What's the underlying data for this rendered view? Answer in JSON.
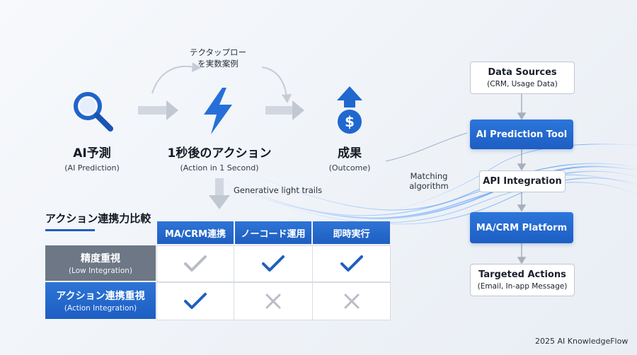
{
  "flow": {
    "curve_label_line1": "テクタップロー",
    "curve_label_line2": "を実数案例",
    "steps": [
      {
        "title": "AI予測",
        "subtitle": "(AI Prediction)",
        "icon": "magnifier-icon"
      },
      {
        "title": "1秒後のアクション",
        "subtitle": "(Action in 1 Second)",
        "icon": "lightning-icon"
      },
      {
        "title": "成果",
        "subtitle": "(Outcome)",
        "icon": "dollar-up-icon"
      }
    ],
    "light_trails_label": "Generative light trails",
    "matching_label_line1": "Matching",
    "matching_label_line2": "algorithm"
  },
  "table": {
    "title": "アクション連携力比較",
    "columns": [
      "MA/CRM連携",
      "ノーコード運用",
      "即時実行"
    ],
    "rows": [
      {
        "label": "精度重視",
        "sublabel": "(Low Integration)",
        "cells": [
          "check-gray",
          "check-blue",
          "check-blue"
        ]
      },
      {
        "label": "アクション連携重視",
        "sublabel": "(Action Integration)",
        "cells": [
          "check-blue",
          "cross-gray",
          "cross-gray"
        ]
      }
    ]
  },
  "pipeline": {
    "boxes": [
      {
        "title": "Data Sources",
        "subtitle": "(CRM, Usage Data)",
        "style": "light"
      },
      {
        "title": "AI Prediction Tool",
        "subtitle": "",
        "style": "blue"
      },
      {
        "title": "API Integration",
        "subtitle": "",
        "style": "light"
      },
      {
        "title": "MA/CRM Platform",
        "subtitle": "",
        "style": "blue"
      },
      {
        "title": "Targeted Actions",
        "subtitle": "(Email, In-app Message)",
        "style": "light"
      }
    ]
  },
  "footer": "2025 AI KnowledgeFlow",
  "colors": {
    "accent": "#1f5fbf",
    "row_gray": "#6d7786",
    "check_gray": "#b8bdc5"
  }
}
